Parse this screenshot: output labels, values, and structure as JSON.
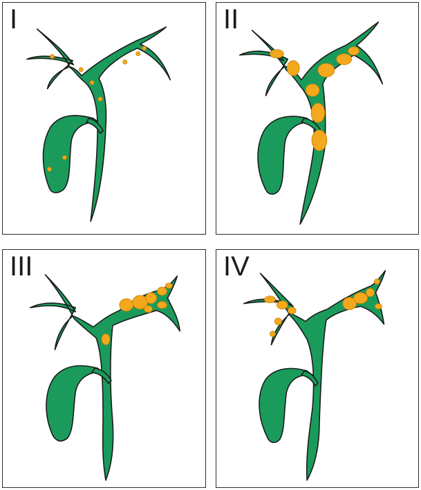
{
  "colors": {
    "duct_fill": "#1a9b5c",
    "stone_fill": "#f4a81d",
    "outline": "#1a1a1a",
    "panel_border": "#2b2b2b"
  },
  "panels": [
    {
      "label": "I"
    },
    {
      "label": "II"
    },
    {
      "label": "III"
    },
    {
      "label": "IV"
    }
  ]
}
